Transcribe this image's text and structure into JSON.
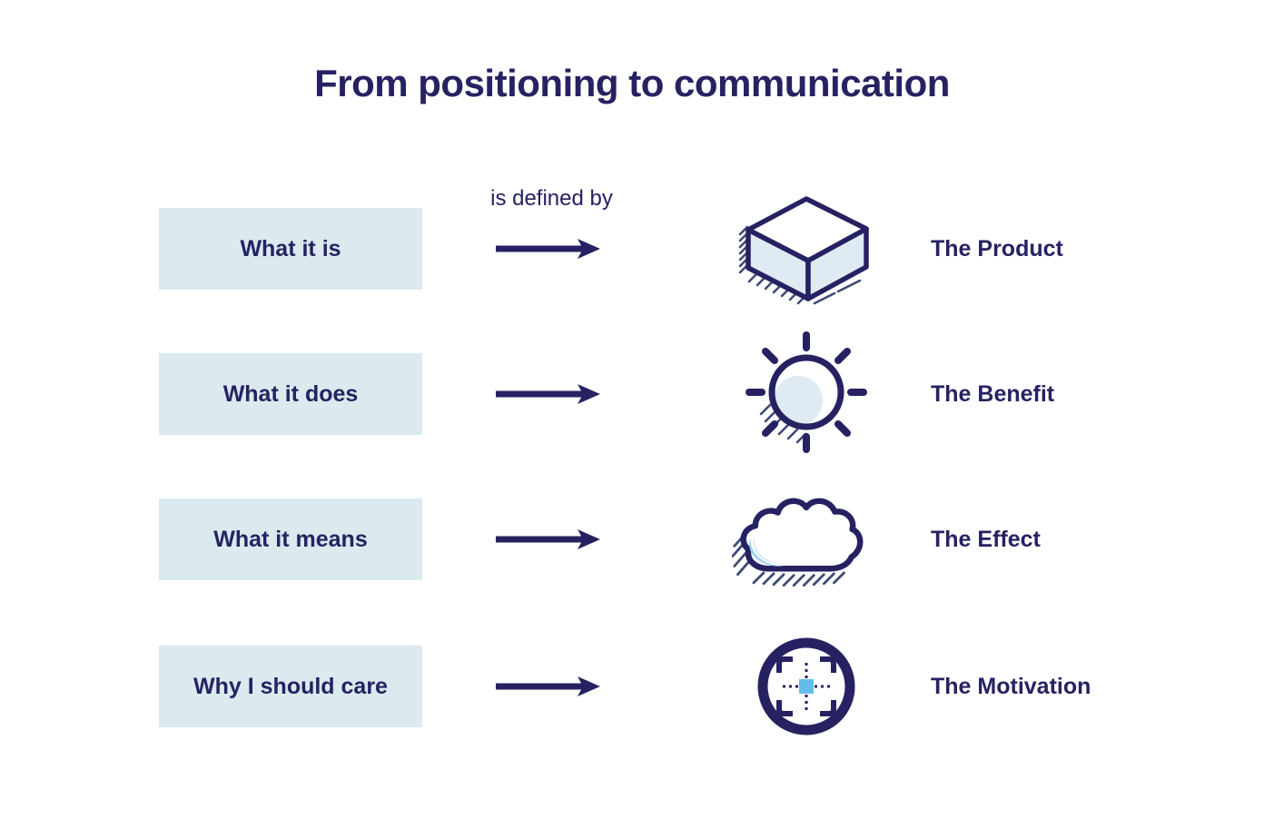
{
  "title": "From positioning to communication",
  "connector_label": "is defined by",
  "colors": {
    "navy": "#262262",
    "box_bg": "#daeaef",
    "ice": "#dfeaf2",
    "sky": "#62bde8",
    "sky_light": "#9fd5ec",
    "hatch": "#3e4a75"
  },
  "rows": [
    {
      "left": "What it is",
      "right": "The Product",
      "icon": "cube-icon"
    },
    {
      "left": "What it does",
      "right": "The Benefit",
      "icon": "sun-icon"
    },
    {
      "left": "What it means",
      "right": "The Effect",
      "icon": "cloud-icon"
    },
    {
      "left": "Why I should care",
      "right": "The Motivation",
      "icon": "target-icon"
    }
  ]
}
